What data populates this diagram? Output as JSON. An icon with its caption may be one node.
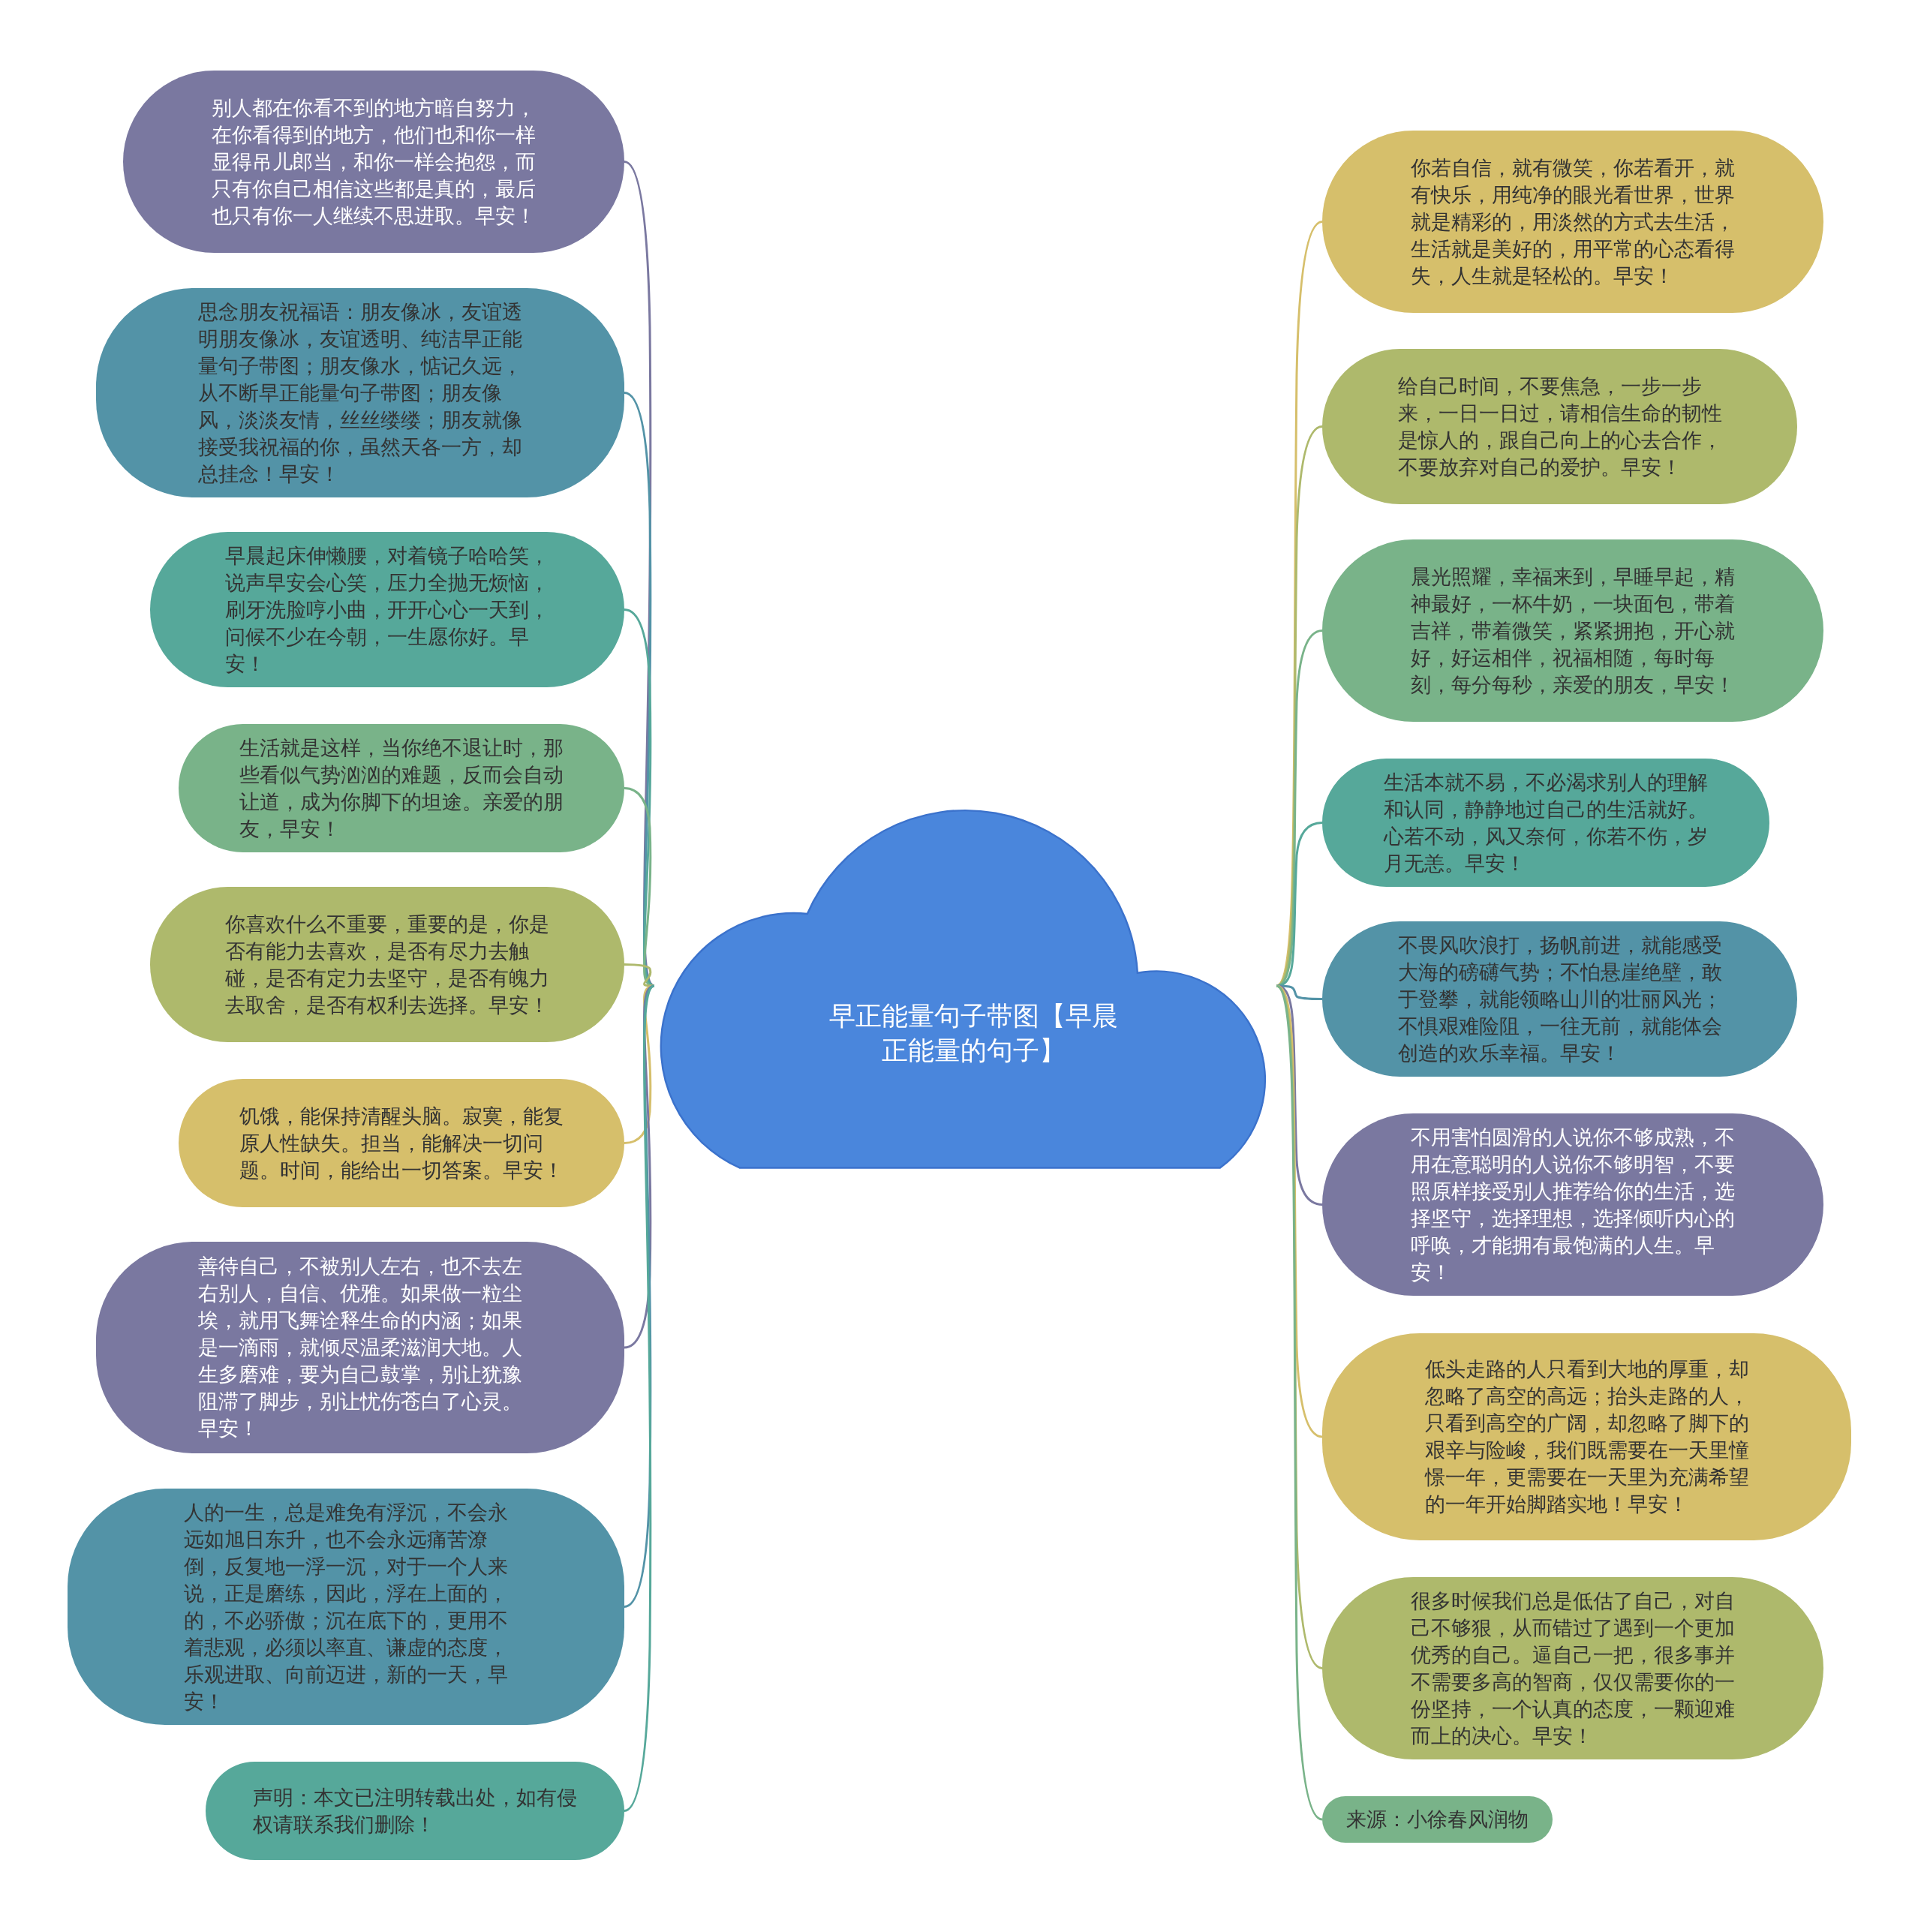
{
  "diagram": {
    "nodes": [
      {
        "text": [
          "早正能量句子带图【早晨正能量的句子】"
        ]
      },
      {
        "text": [
          "别人都在你看不到的地方暗自努力，在你看得到的地方，他们也和你一样显得吊儿郎当，和你一样会抱怨，而只有你自己相信这些都是真的，最后也只有你一人继续不思进取。早安！"
        ]
      },
      {
        "text": [
          "思念朋友祝福语：朋友像冰，友谊透明朋友像冰，友谊透明、纯洁早正能量句子带图；朋友像水，惦记久远，从不断早正能量句子带图；朋友像风，淡淡友情，丝丝缕缕；朋友就像接受我祝福的你，虽然天各一方，却总挂念！早安！"
        ]
      },
      {
        "text": [
          "早晨起床伸懒腰，对着镜子哈哈笑，说声早安会心笑，压力全抛无烦恼，刷牙洗脸哼小曲，开开心心一天到，问候不少在今朝，一生愿你好。早安！"
        ]
      },
      {
        "text": [
          "生活就是这样，当你绝不退让时，那些看似气势汹汹的难题，反而会自动让道，成为你脚下的坦途。亲爱的朋友，早安！"
        ]
      },
      {
        "text": [
          "你喜欢什么不重要，重要的是，你是否有能力去喜欢，是否有尽力去触碰，是否有定力去坚守，是否有魄力去取舍，是否有权利去选择。早安！"
        ]
      },
      {
        "text": [
          "饥饿，能保持清醒头脑。寂寞，能复原人性缺失。担当，能解决一切问题。时间，能给出一切答案。早安！"
        ]
      },
      {
        "text": [
          "善待自己，不被别人左右，也不去左右别人，自信、优雅。如果做一粒尘埃，就用飞舞诠释生命的内涵；如果是一滴雨，就倾尽温柔滋润大地。人生多磨难，要为自己鼓掌，别让犹豫阻滞了脚步，别让忧伤苍白了心灵。早安！"
        ]
      },
      {
        "text": [
          "人的一生，总是难免有浮沉，不会永远如旭日东升，也不会永远痛苦潦倒，反复地一浮一沉，对于一个人来说，正是磨练，因此，浮在上面的，的，不必骄傲；沉在底下的，更用不着悲观，必须以率直、谦虚的态度，乐观进取、向前迈进，新的一天，早安！"
        ]
      },
      {
        "text": [
          "声明：本文已注明转载出处，如有侵权请联系我们删除！"
        ]
      },
      {
        "text": [
          "你若自信，就有微笑，你若看开，就有快乐，用纯净的眼光看世界，世界就是精彩的，用淡然的方式去生活，生活就是美好的，用平常的心态看得失，人生就是轻松的。早安！"
        ]
      },
      {
        "text": [
          "给自己时间，不要焦急，一步一步来，一日一日过，请相信生命的韧性是惊人的，跟自己向上的心去合作，不要放弃对自己的爱护。早安！"
        ]
      },
      {
        "text": [
          "晨光照耀，幸福来到，早睡早起，精神最好，一杯牛奶，一块面包，带着吉祥，带着微笑，紧紧拥抱，开心就好，好运相伴，祝福相随，每时每刻，每分每秒，亲爱的朋友，早安！"
        ]
      },
      {
        "text": [
          "生活本就不易，不必渴求别人的理解和认同，静静地过自己的生活就好。心若不动，风又奈何，你若不伤，岁月无恙。早安！"
        ]
      },
      {
        "text": [
          "不畏风吹浪打，扬帆前进，就能感受大海的磅礴气势；不怕悬崖绝壁，敢于登攀，就能领略山川的壮丽风光；不惧艰难险阻，一往无前，就能体会创造的欢乐幸福。早安！"
        ]
      },
      {
        "text": [
          "不用害怕圆滑的人说你不够成熟，不用在意聪明的人说你不够明智，不要照原样接受别人推荐给你的生活，选择坚守，选择理想，选择倾听内心的呼唤，才能拥有最饱满的人生。早安！"
        ]
      },
      {
        "text": [
          "低头走路的人只看到大地的厚重，却忽略了高空的高远；抬头走路的人，只看到高空的广阔，却忽略了脚下的艰辛与险峻，我们既需要在一天里憧憬一年，更需要在一天里为充满希望的一年开始脚踏实地！早安！"
        ]
      },
      {
        "text": [
          "很多时候我们总是低估了自己，对自己不够狠，从而错过了遇到一个更加优秀的自己。逼自己一把，很多事并不需要多高的智商，仅仅需要你的一份坚持，一个认真的态度，一颗迎难而上的决心。早安！"
        ]
      },
      {
        "text": [
          "来源：小徐春风润物"
        ]
      }
    ],
    "edges": [
      {
        "from": 0,
        "to": 1,
        "arrow": "none",
        "color": "#7a78a0"
      },
      {
        "from": 0,
        "to": 2,
        "arrow": "none",
        "color": "#5393a7"
      },
      {
        "from": 0,
        "to": 3,
        "arrow": "none",
        "color": "#56a89a"
      },
      {
        "from": 0,
        "to": 4,
        "arrow": "none",
        "color": "#79b389"
      },
      {
        "from": 0,
        "to": 5,
        "arrow": "none",
        "color": "#aeb96c"
      },
      {
        "from": 0,
        "to": 6,
        "arrow": "none",
        "color": "#d6bf6b"
      },
      {
        "from": 0,
        "to": 7,
        "arrow": "none",
        "color": "#7a78a0"
      },
      {
        "from": 0,
        "to": 8,
        "arrow": "none",
        "color": "#5393a7"
      },
      {
        "from": 0,
        "to": 9,
        "arrow": "none",
        "color": "#56a89a"
      },
      {
        "from": 0,
        "to": 10,
        "arrow": "none",
        "color": "#d6bf6b"
      },
      {
        "from": 0,
        "to": 11,
        "arrow": "none",
        "color": "#aeb96c"
      },
      {
        "from": 0,
        "to": 12,
        "arrow": "none",
        "color": "#79b389"
      },
      {
        "from": 0,
        "to": 13,
        "arrow": "none",
        "color": "#56a89a"
      },
      {
        "from": 0,
        "to": 14,
        "arrow": "none",
        "color": "#5393a7"
      },
      {
        "from": 0,
        "to": 15,
        "arrow": "none",
        "color": "#7a78a0"
      },
      {
        "from": 0,
        "to": 16,
        "arrow": "none",
        "color": "#d6bf6b"
      },
      {
        "from": 0,
        "to": 17,
        "arrow": "none",
        "color": "#aeb96c"
      },
      {
        "from": 0,
        "to": 18,
        "arrow": "none",
        "color": "#79b389"
      }
    ]
  }
}
